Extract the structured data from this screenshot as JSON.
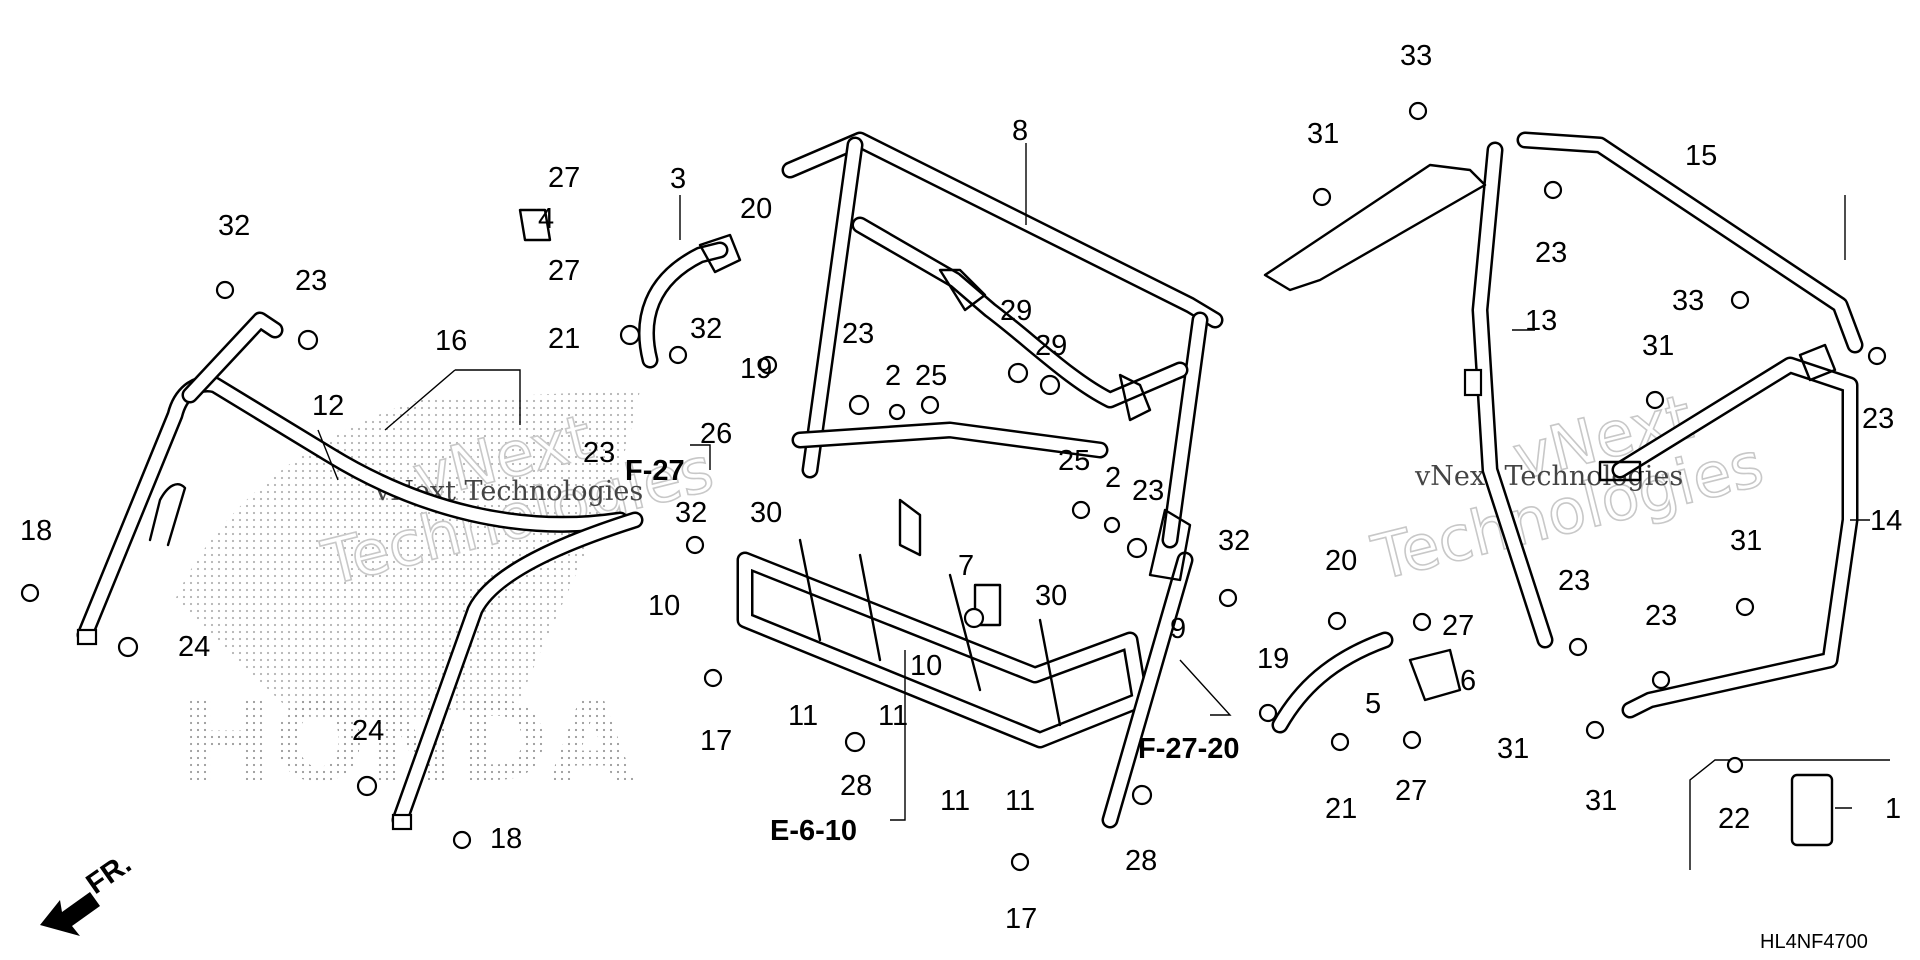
{
  "diagram": {
    "callouts": [
      "1",
      "2",
      "3",
      "4",
      "5",
      "6",
      "7",
      "8",
      "9",
      "10",
      "11",
      "12",
      "13",
      "14",
      "15",
      "16",
      "17",
      "18",
      "19",
      "20",
      "21",
      "22",
      "23",
      "24",
      "25",
      "26",
      "27",
      "28",
      "29",
      "30",
      "31",
      "32",
      "33"
    ],
    "references": [
      "F-27",
      "F-27-20",
      "E-6-10"
    ],
    "direction_label": "FR.",
    "diagram_code": "HL4NF4700",
    "watermark": {
      "brand": "HONDA",
      "text_large_1": "vNext",
      "text_large_2": "Technologies",
      "text_small": "vNext Technologies"
    }
  }
}
